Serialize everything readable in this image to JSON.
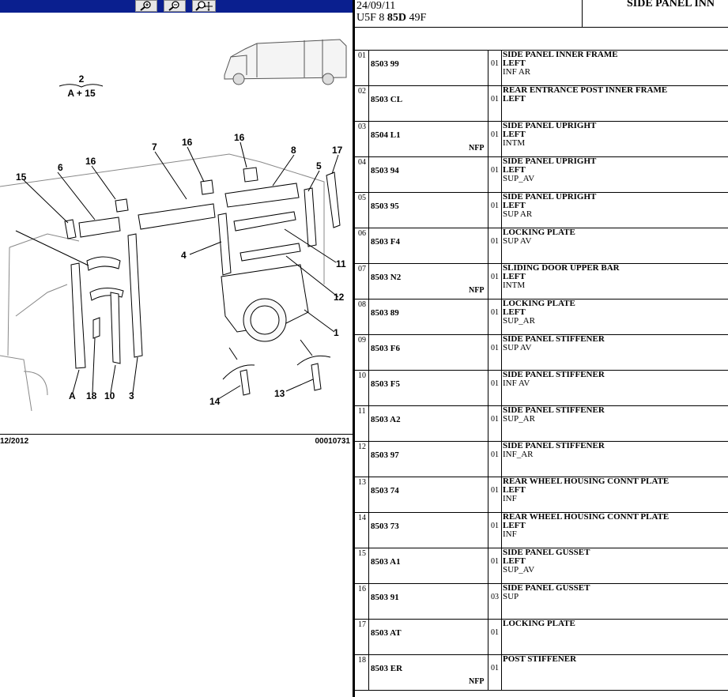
{
  "toolbar": {
    "buttons": [
      {
        "name": "zoom-in-icon"
      },
      {
        "name": "zoom-out-icon"
      },
      {
        "name": "zoom-pan-icon"
      }
    ]
  },
  "diagram": {
    "group_label_top": "2",
    "group_label_bottom": "A + 15",
    "callouts": [
      "1",
      "4",
      "5",
      "6",
      "7",
      "8",
      "10",
      "11",
      "12",
      "13",
      "14",
      "15",
      "16",
      "16",
      "16",
      "17",
      "18",
      "A",
      "3"
    ],
    "footer_date": "12/2012",
    "footer_ref": "00010731"
  },
  "header": {
    "date": "24/09/11",
    "code_prefix": "U5F 8 ",
    "code_bold": "85D",
    "code_suffix": " 49F",
    "title": "SIDE PANEL INN"
  },
  "rows": [
    {
      "num": "01",
      "ref": "8503 99",
      "nfp": "",
      "qty": "01",
      "l1": "SIDE PANEL INNER FRAME",
      "l2": "LEFT",
      "l3": "INF AR"
    },
    {
      "num": "02",
      "ref": "8503 CL",
      "nfp": "",
      "qty": "01",
      "l1": "REAR ENTRANCE POST INNER FRAME",
      "l2": "LEFT",
      "l3": ""
    },
    {
      "num": "03",
      "ref": "8504 L1",
      "nfp": "NFP",
      "qty": "01",
      "l1": "SIDE PANEL UPRIGHT",
      "l2": "LEFT",
      "l3": "INTM"
    },
    {
      "num": "04",
      "ref": "8503 94",
      "nfp": "",
      "qty": "01",
      "l1": "SIDE PANEL UPRIGHT",
      "l2": "LEFT",
      "l3": "SUP_AV"
    },
    {
      "num": "05",
      "ref": "8503 95",
      "nfp": "",
      "qty": "01",
      "l1": "SIDE PANEL UPRIGHT",
      "l2": "LEFT",
      "l3": "SUP AR"
    },
    {
      "num": "06",
      "ref": "8503 F4",
      "nfp": "",
      "qty": "01",
      "l1": "LOCKING PLATE",
      "l2": "",
      "l3": "SUP AV"
    },
    {
      "num": "07",
      "ref": "8503 N2",
      "nfp": "NFP",
      "qty": "01",
      "l1": "SLIDING DOOR UPPER BAR",
      "l2": "LEFT",
      "l3": "INTM"
    },
    {
      "num": "08",
      "ref": "8503 89",
      "nfp": "",
      "qty": "01",
      "l1": "LOCKING PLATE",
      "l2": "LEFT",
      "l3": "SUP_AR"
    },
    {
      "num": "09",
      "ref": "8503 F6",
      "nfp": "",
      "qty": "01",
      "l1": "SIDE PANEL STIFFENER",
      "l2": "",
      "l3": "SUP AV"
    },
    {
      "num": "10",
      "ref": "8503 F5",
      "nfp": "",
      "qty": "01",
      "l1": "SIDE PANEL STIFFENER",
      "l2": "",
      "l3": "INF AV"
    },
    {
      "num": "11",
      "ref": "8503 A2",
      "nfp": "",
      "qty": "01",
      "l1": "SIDE PANEL STIFFENER",
      "l2": "",
      "l3": "SUP_AR"
    },
    {
      "num": "12",
      "ref": "8503 97",
      "nfp": "",
      "qty": "01",
      "l1": "SIDE PANEL STIFFENER",
      "l2": "",
      "l3": "INF_AR"
    },
    {
      "num": "13",
      "ref": "8503 74",
      "nfp": "",
      "qty": "01",
      "l1": "REAR WHEEL HOUSING CONNT PLATE",
      "l2": "LEFT",
      "l3": "INF"
    },
    {
      "num": "14",
      "ref": "8503 73",
      "nfp": "",
      "qty": "01",
      "l1": "REAR WHEEL HOUSING CONNT PLATE",
      "l2": "LEFT",
      "l3": "INF"
    },
    {
      "num": "15",
      "ref": "8503 A1",
      "nfp": "",
      "qty": "01",
      "l1": "SIDE PANEL GUSSET",
      "l2": "LEFT",
      "l3": "SUP_AV"
    },
    {
      "num": "16",
      "ref": "8503 91",
      "nfp": "",
      "qty": "03",
      "l1": "SIDE PANEL GUSSET",
      "l2": "",
      "l3": "SUP"
    },
    {
      "num": "17",
      "ref": "8503 AT",
      "nfp": "",
      "qty": "01",
      "l1": "LOCKING PLATE",
      "l2": "",
      "l3": ""
    },
    {
      "num": "18",
      "ref": "8503 ER",
      "nfp": "NFP",
      "qty": "01",
      "l1": "POST STIFFENER",
      "l2": "",
      "l3": ""
    }
  ]
}
